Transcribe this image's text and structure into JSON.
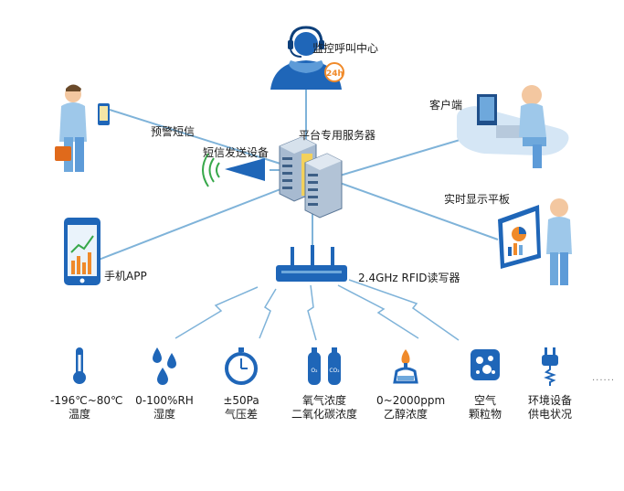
{
  "colors": {
    "line": "#7fb3d9",
    "primary": "#1f66b8",
    "light": "#6ea8dc",
    "server": "#a7bad0",
    "accent": "#f08a2a"
  },
  "nodes": {
    "monitor_center": "监控呼叫中心",
    "monitor_badge": "24h",
    "client": "客户端",
    "sms_alert": "预警短信",
    "sms_device": "短信发送设备",
    "platform_server": "平台专用服务器",
    "tablet": "实时显示平板",
    "mobile_app": "手机APP",
    "rfid_reader": "2.4GHz RFID读写器"
  },
  "sensors": [
    {
      "line1": "-196℃~80℃",
      "line2": "温度",
      "icon": "thermometer-icon"
    },
    {
      "line1": "0-100%RH",
      "line2": "湿度",
      "icon": "water-drops-icon"
    },
    {
      "line1": "±50Pa",
      "line2": "气压差",
      "icon": "stopwatch-icon"
    },
    {
      "line1": "氧气浓度",
      "line2": "二氧化碳浓度",
      "icon": "gas-cylinders-icon",
      "cyl1": "O₂",
      "cyl2": "CO₂"
    },
    {
      "line1": "0~2000ppm",
      "line2": "乙醇浓度",
      "icon": "alcohol-burner-icon"
    },
    {
      "line1": "空气",
      "line2": "颗粒物",
      "icon": "particle-icon"
    },
    {
      "line1": "环境设备",
      "line2": "供电状况",
      "icon": "power-plug-icon"
    }
  ],
  "more": "······"
}
